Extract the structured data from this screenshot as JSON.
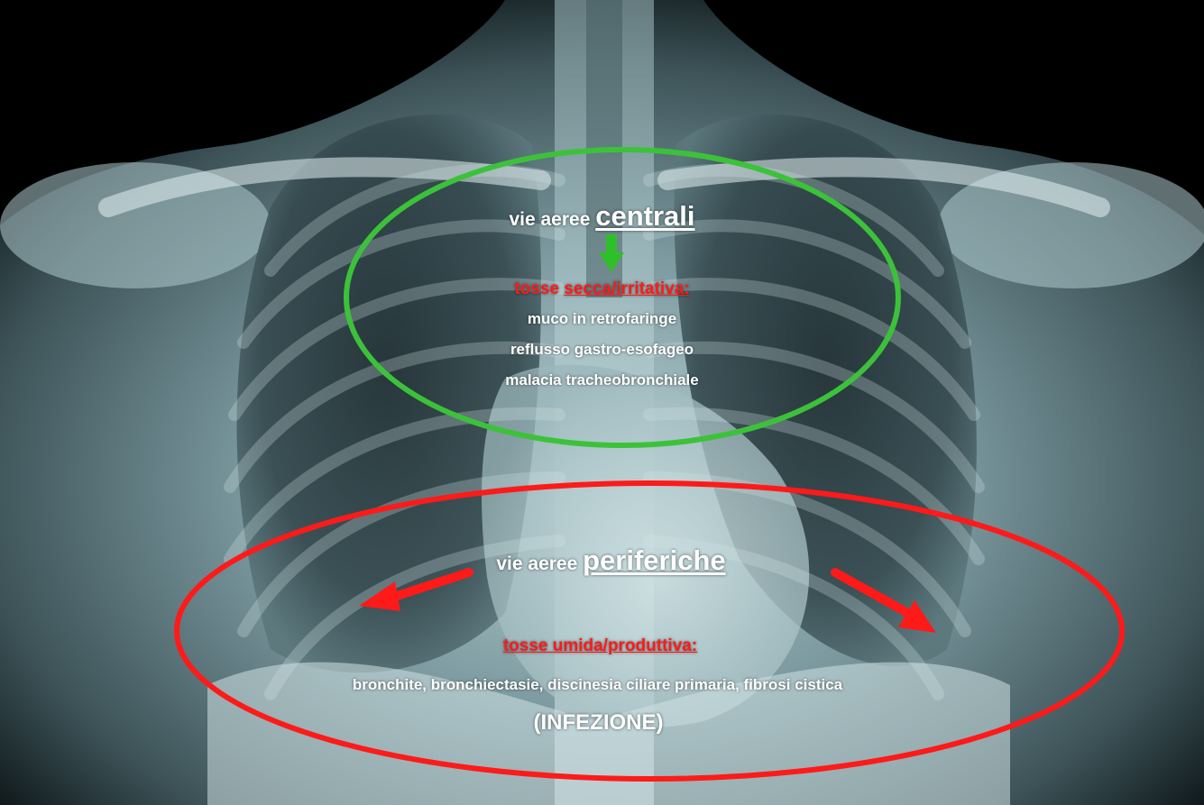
{
  "colors": {
    "central": "#3cc23a",
    "peripheral": "#ff1a1a",
    "text": "#ffffff",
    "background": "#000000"
  },
  "central": {
    "prefix": "vie aeree ",
    "emphasis": "centrali",
    "arrow_icon": "arrow-down-green",
    "cough_type_prefix": "tosse ",
    "cough_type": "secca/irritativa:",
    "causes": [
      "muco in retrofaringe",
      "reflusso gastro-esofageo",
      "malacia tracheobronchiale"
    ]
  },
  "peripheral": {
    "prefix": "vie aeree ",
    "emphasis": "periferiche",
    "arrow_icons": [
      "arrow-left-red",
      "arrow-right-red"
    ],
    "cough_type": "tosse umida/produttiva:",
    "causes": "bronchite, bronchiectasie, discinesia ciliare primaria,  fibrosi cistica",
    "note": "(INFEZIONE)"
  }
}
